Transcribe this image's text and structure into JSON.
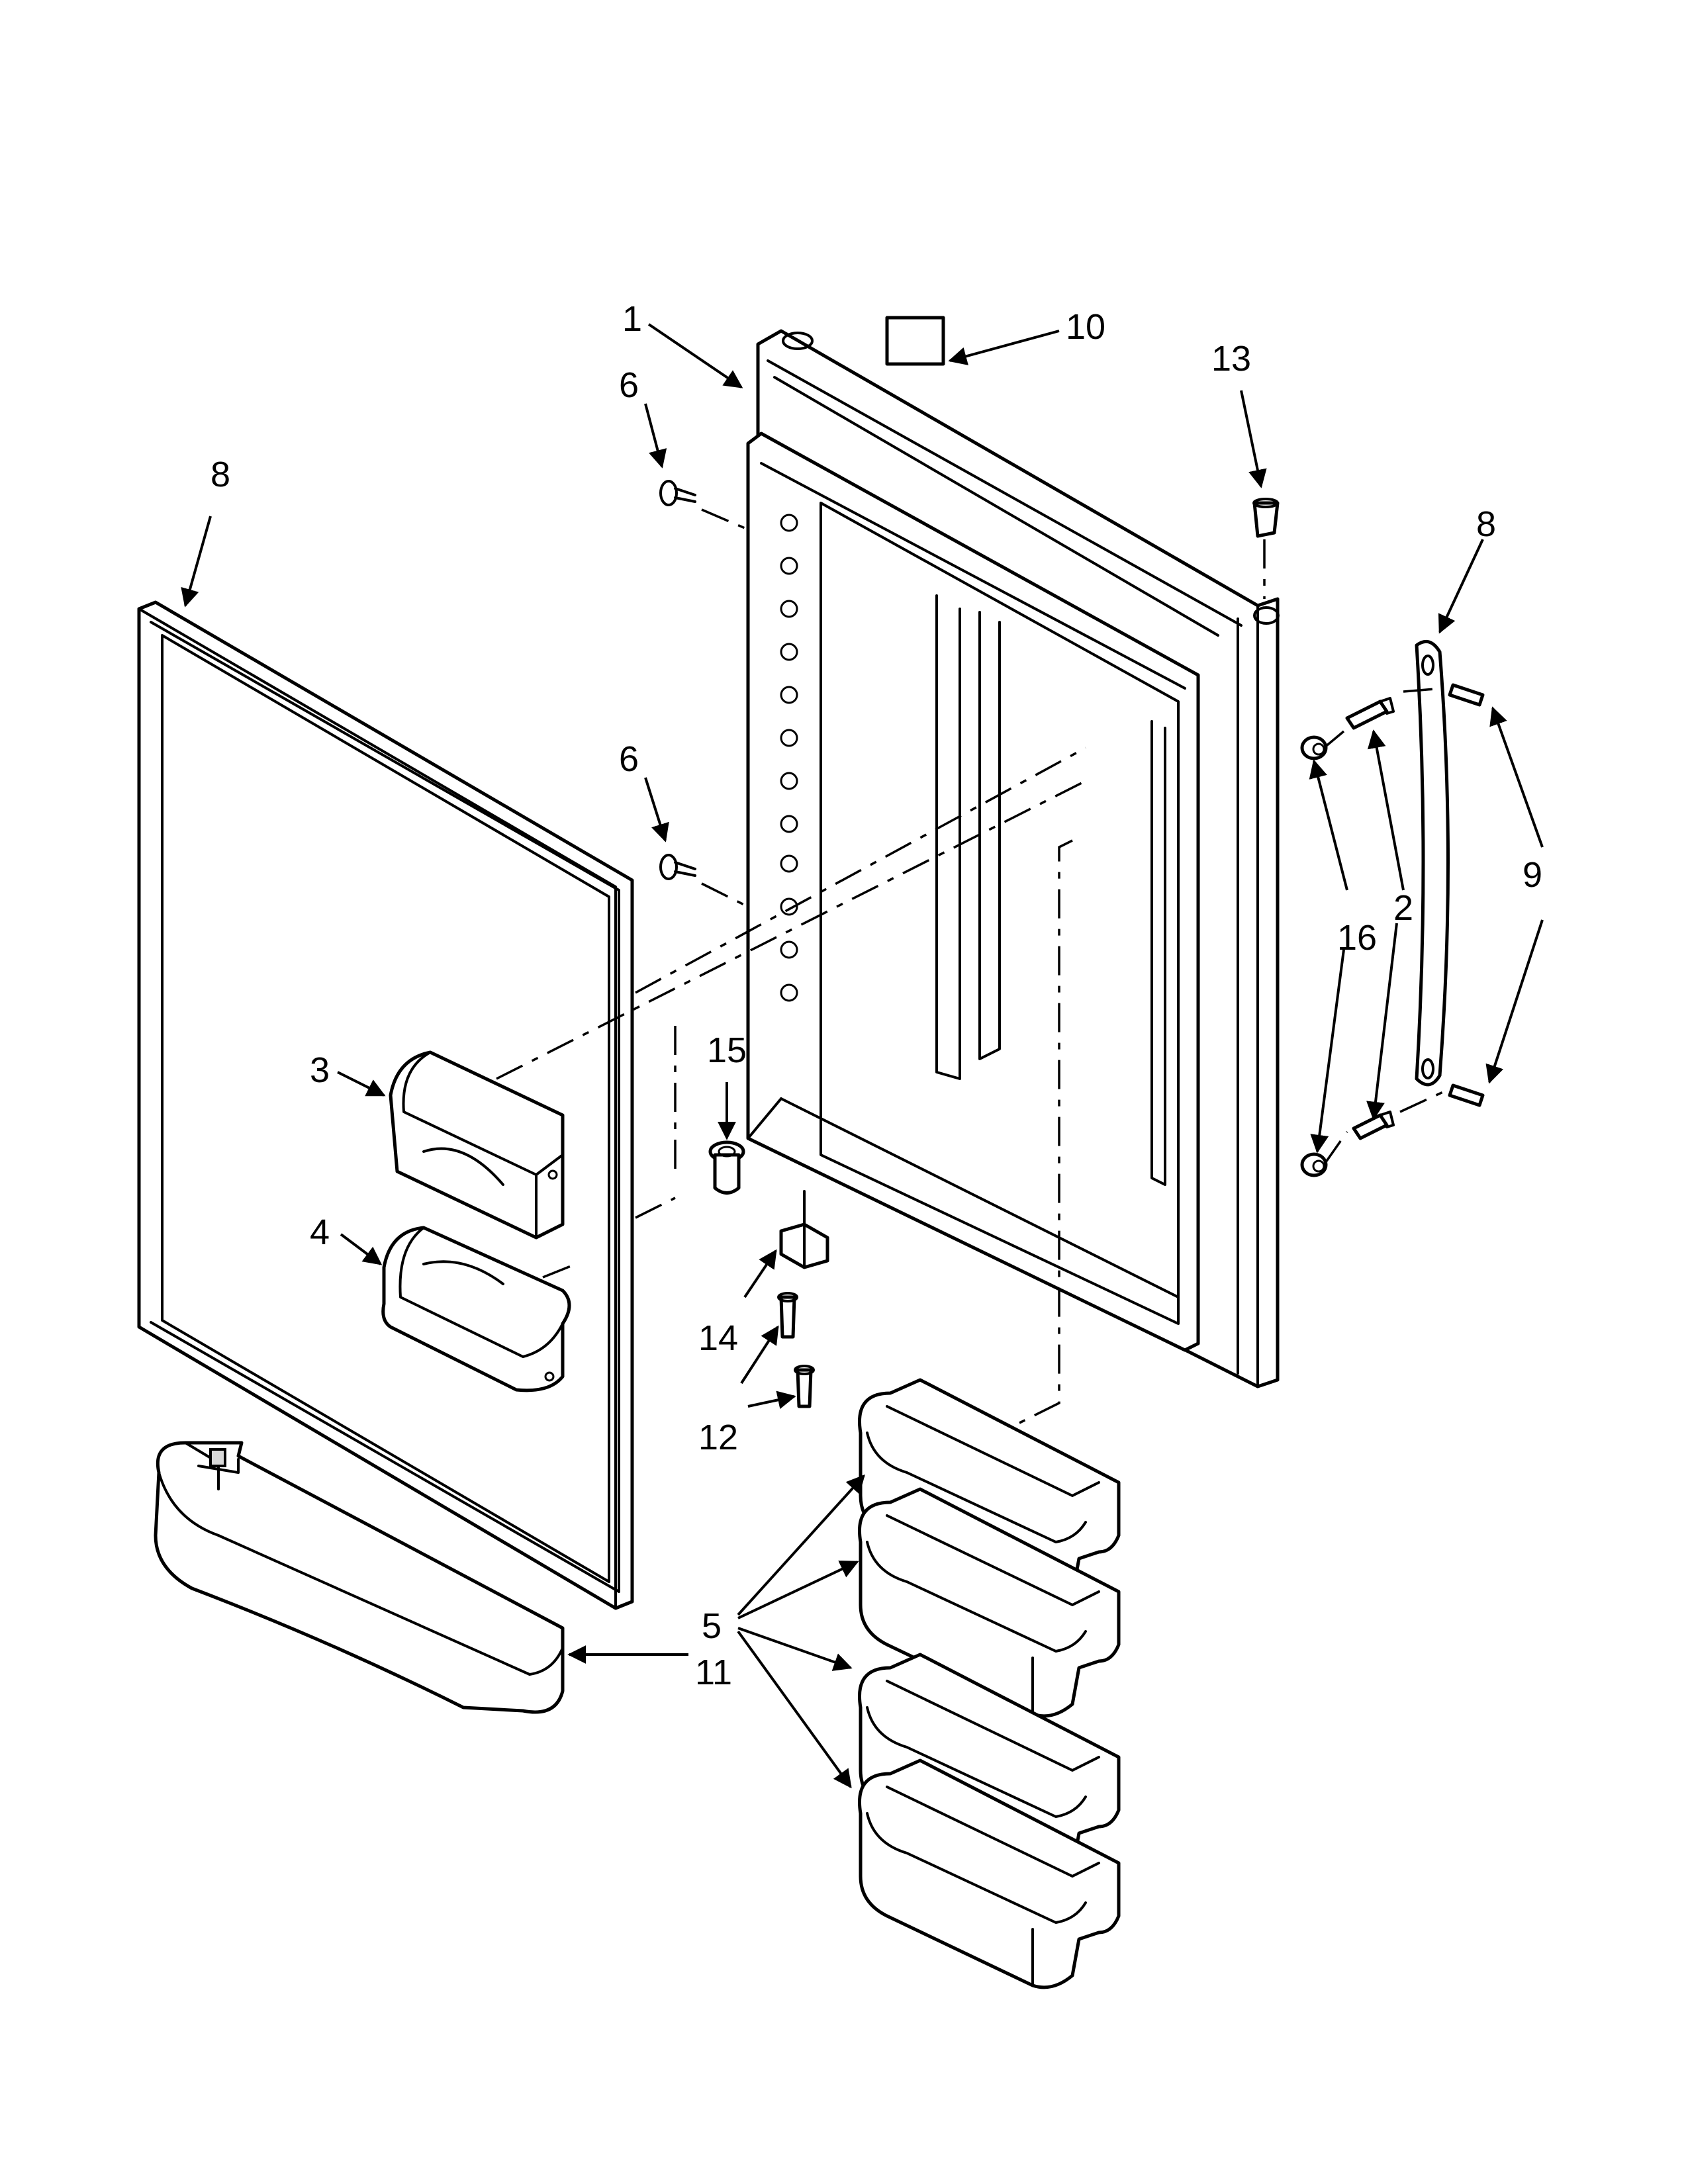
{
  "callouts": {
    "frame": "1",
    "hinge_screw": "2",
    "dispenser_cover": "3",
    "dispenser_bin": "4",
    "door_bins": "5",
    "shoulder_screw_top": "6",
    "shoulder_screw_mid": "6",
    "gasket_left": "8",
    "handle": "8",
    "handle_screws": "9",
    "label": "10",
    "bottom_bin": "11",
    "clip_screws": "12",
    "plug": "13",
    "clip": "14",
    "light_socket": "15",
    "spacers": "16"
  },
  "colors": {
    "ink": "#000000",
    "paper": "#ffffff",
    "shade": "#d9d9d9"
  }
}
